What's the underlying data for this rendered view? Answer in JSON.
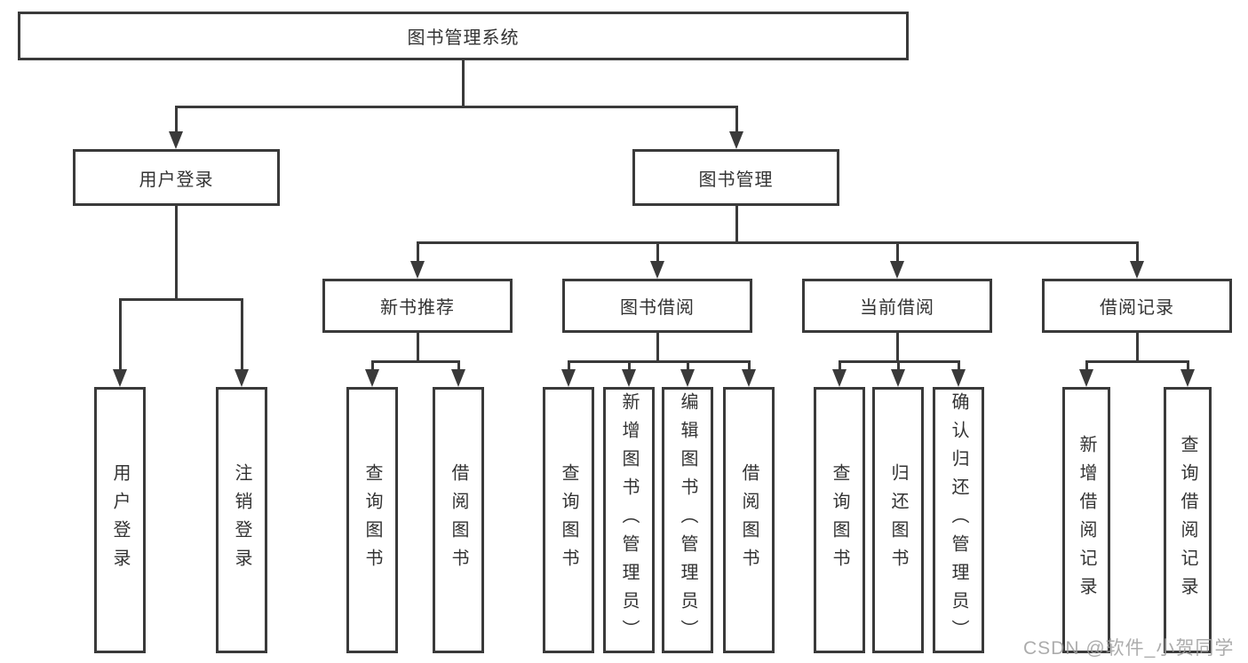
{
  "diagram": {
    "tree": {
      "label": "图书管理系统",
      "children": [
        {
          "label": "用户登录",
          "children": [
            {
              "label": "用户登录"
            },
            {
              "label": "注销登录"
            }
          ]
        },
        {
          "label": "图书管理",
          "children": [
            {
              "label": "新书推荐",
              "children": [
                {
                  "label": "查询图书"
                },
                {
                  "label": "借阅图书"
                }
              ]
            },
            {
              "label": "图书借阅",
              "children": [
                {
                  "label": "查询图书"
                },
                {
                  "label": "新增图书（管理员）"
                },
                {
                  "label": "编辑图书（管理员）"
                },
                {
                  "label": "借阅图书"
                }
              ]
            },
            {
              "label": "当前借阅",
              "children": [
                {
                  "label": "查询图书"
                },
                {
                  "label": "归还图书"
                },
                {
                  "label": "确认归还（管理员）"
                }
              ]
            },
            {
              "label": "借阅记录",
              "children": [
                {
                  "label": "新增借阅记录"
                },
                {
                  "label": "查询借阅记录"
                }
              ]
            }
          ]
        }
      ]
    },
    "watermark": "CSDN @软件_小贺同学",
    "colors": {
      "line": "#3a3a3a",
      "text": "#333333",
      "watermark": "#9e9e9e",
      "background": "#ffffff"
    }
  }
}
